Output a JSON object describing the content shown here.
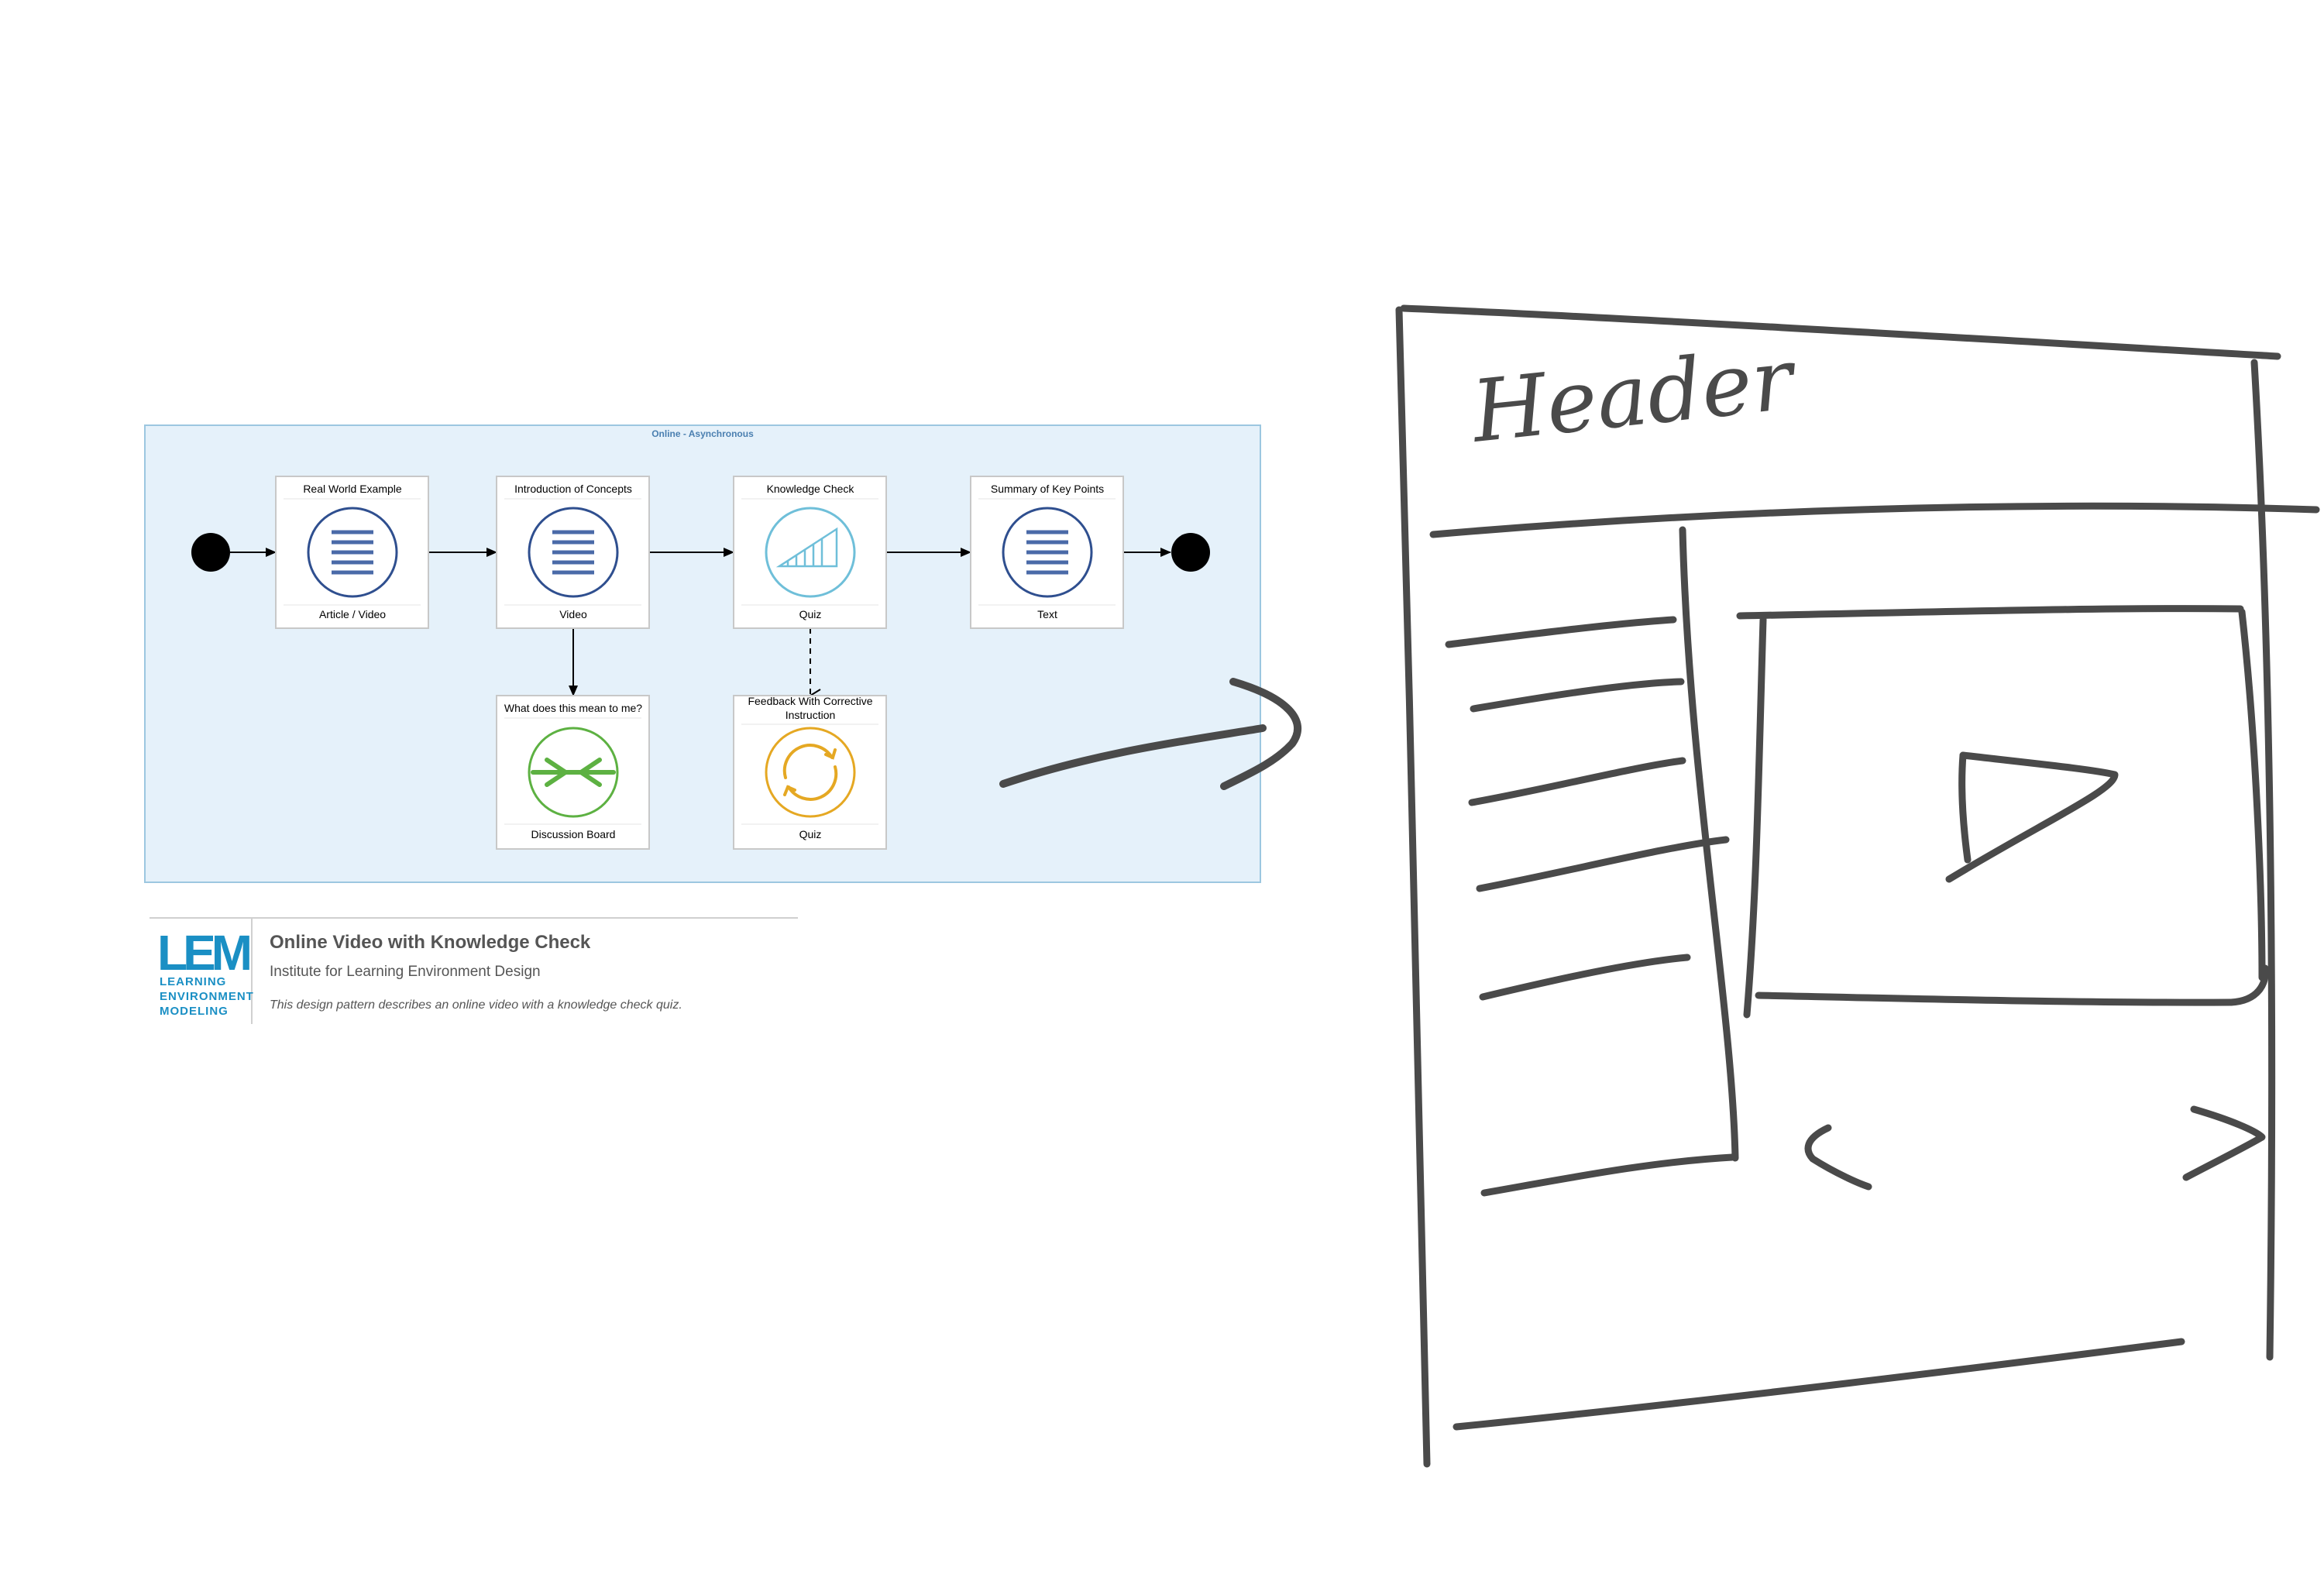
{
  "diagram": {
    "lane_title": "Online - Asynchronous",
    "nodes": [
      {
        "title": "Real World Example",
        "sub": "Article / Video",
        "icon": "list-icon"
      },
      {
        "title": "Introduction of Concepts",
        "sub": "Video",
        "icon": "list-icon"
      },
      {
        "title": "Knowledge Check",
        "sub": "Quiz",
        "icon": "bar-chart-icon"
      },
      {
        "title": "Summary of Key Points",
        "sub": "Text",
        "icon": "list-icon"
      },
      {
        "title": "What does this mean to me?",
        "sub": "Discussion Board",
        "icon": "converge-arrows-icon"
      },
      {
        "title_line1": "Feedback With Corrective",
        "title_line2": "Instruction",
        "sub": "Quiz",
        "icon": "cycle-arrows-icon"
      }
    ]
  },
  "card": {
    "logo_mark": "LEM",
    "logo_line1": "LEARNING",
    "logo_line2": "ENVIRONMENT",
    "logo_line3": "MODELING",
    "title": "Online Video with Knowledge Check",
    "org": "Institute for Learning Environment Design",
    "description": "This design pattern describes an online video with a knowledge check quiz."
  },
  "sketch": {
    "header_text": "Header"
  },
  "colors": {
    "lane_fill": "#e5f1fa",
    "lane_border": "#9cc7e0",
    "navy": "#2f4f8f",
    "list_lines": "#4a6aa8",
    "quiz_teal": "#6fbfd9",
    "discussion_green": "#5db142",
    "feedback_orange": "#e5a823",
    "sketch_ink": "#4a4a4a",
    "logo_blue": "#1a8fc4"
  }
}
